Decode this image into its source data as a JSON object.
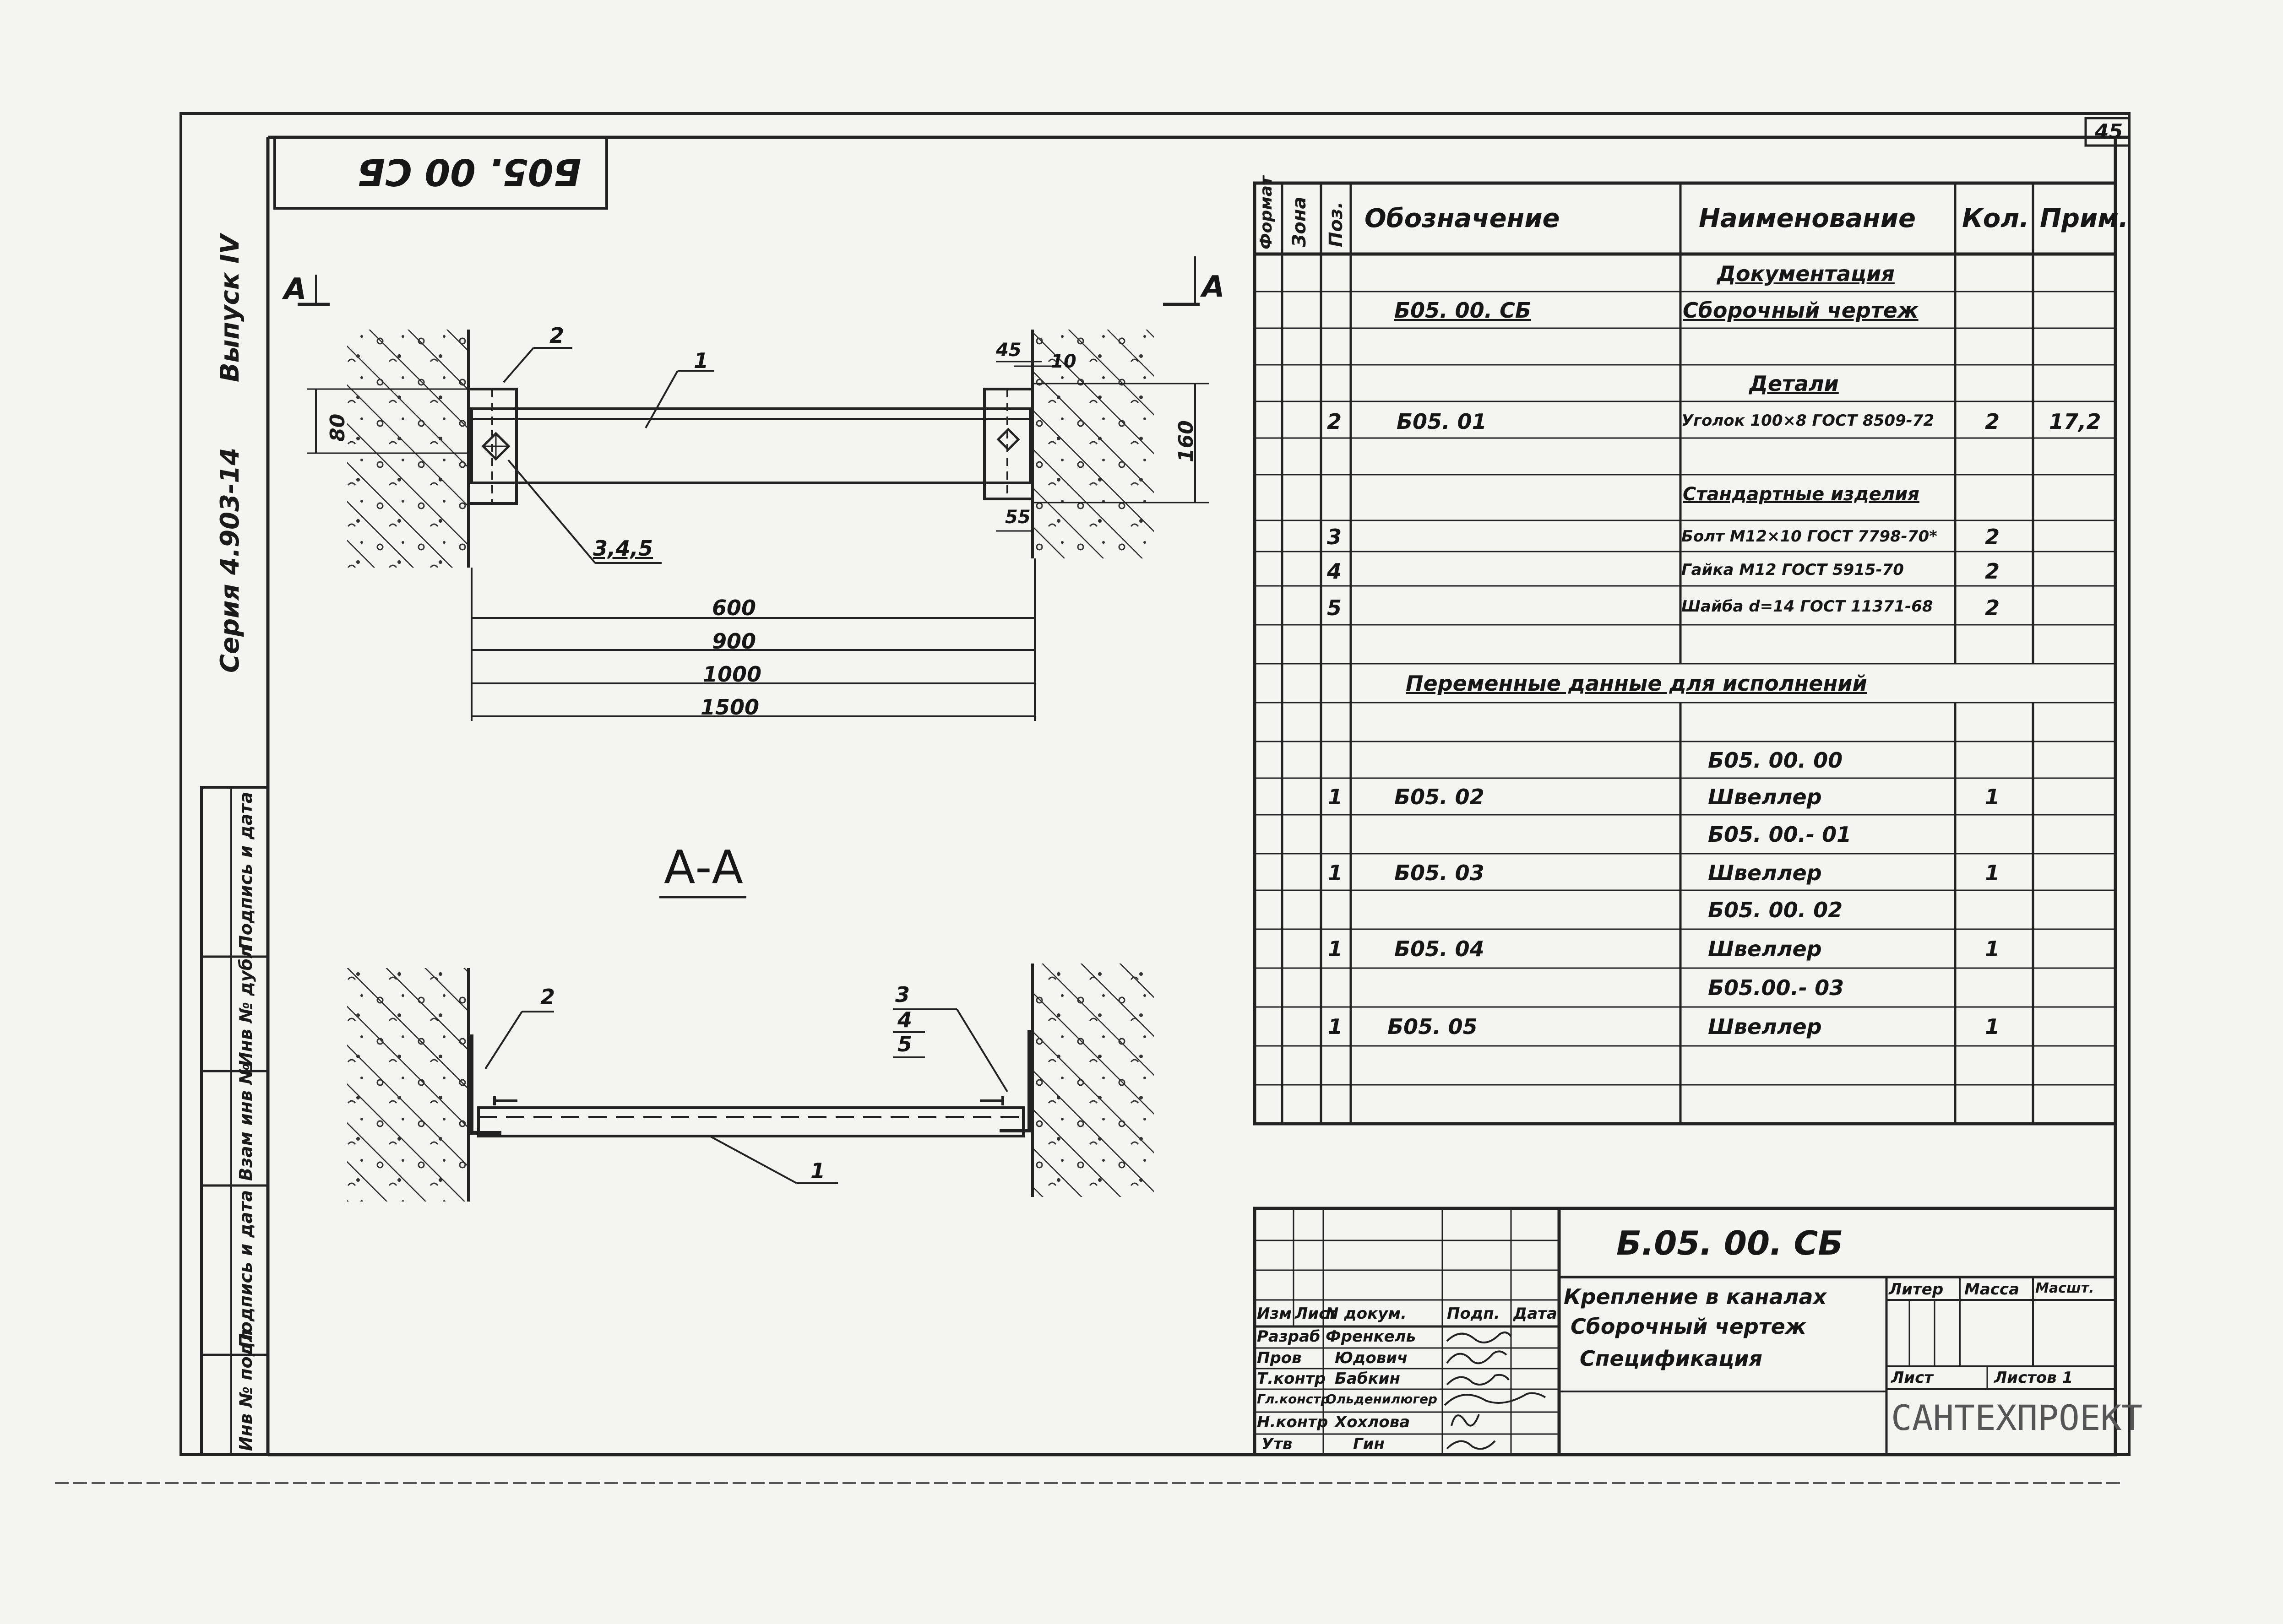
{
  "sheet_number": "45",
  "stamp_code_inverted": "Б05. 00 СБ",
  "margin": {
    "series": "Серия 4.903-14",
    "issue": "Выпуск IV"
  },
  "side_stamp": {
    "signature_date": "Подпись и дата",
    "inv_original": "Инв № подл",
    "replaced_inv": "Взам инв №",
    "signature_date_2": "Подпись и дата",
    "inv_duplicate": "Инв № дубл"
  },
  "plan_view": {
    "section_mark_left": "А",
    "section_mark_right": "А",
    "callout_1": "1",
    "callout_2": "2",
    "callout_345": "3,4,5",
    "dim_80": "80",
    "dim_160": "160",
    "dim_45": "45",
    "dim_10": "10",
    "dim_55": "55",
    "lengths": [
      "600",
      "900",
      "1000",
      "1500"
    ]
  },
  "section_view": {
    "title": "А-А",
    "callout_2": "2",
    "callout_3": "3",
    "callout_4": "4",
    "callout_5": "5",
    "callout_1": "1"
  },
  "spec_table": {
    "headers": {
      "format": "Формат",
      "zone": "Зона",
      "pos": "Поз.",
      "designation": "Обозначение",
      "name": "Наименование",
      "qty": "Кол.",
      "note": "Прим."
    },
    "rows": [
      {
        "pos": "",
        "designation": "",
        "name": "Документация",
        "qty": "",
        "note": "",
        "section": true
      },
      {
        "pos": "",
        "designation": "Б05. 00. СБ",
        "name": "Сборочный чертеж",
        "qty": "",
        "note": ""
      },
      {
        "pos": "",
        "designation": "",
        "name": "",
        "qty": "",
        "note": ""
      },
      {
        "pos": "",
        "designation": "",
        "name": "Детали",
        "qty": "",
        "note": "",
        "section": true
      },
      {
        "pos": "2",
        "designation": "Б05. 01",
        "name": "Уголок 100×8 ГОСТ 8509-72",
        "qty": "2",
        "note": "17,2"
      },
      {
        "pos": "",
        "designation": "",
        "name": "",
        "qty": "",
        "note": ""
      },
      {
        "pos": "",
        "designation": "",
        "name": "Стандартные изделия",
        "qty": "",
        "note": "",
        "section": true
      },
      {
        "pos": "3",
        "designation": "",
        "name": "Болт М12×10 ГОСТ 7798-70*",
        "qty": "2",
        "note": ""
      },
      {
        "pos": "4",
        "designation": "",
        "name": "Гайка М12 ГОСТ 5915-70",
        "qty": "2",
        "note": ""
      },
      {
        "pos": "5",
        "designation": "",
        "name": "Шайба d=14 ГОСТ 11371-68",
        "qty": "2",
        "note": ""
      },
      {
        "pos": "",
        "designation": "",
        "name": "",
        "qty": "",
        "note": ""
      }
    ],
    "variable_title": "Переменные данные для исполнений",
    "variants": [
      {
        "pos": "",
        "designation": "",
        "name": "Б05. 00. 00",
        "qty": ""
      },
      {
        "pos": "1",
        "designation": "Б05. 02",
        "name": "Швеллер",
        "qty": "1"
      },
      {
        "pos": "",
        "designation": "",
        "name": "Б05. 00.- 01",
        "qty": ""
      },
      {
        "pos": "1",
        "designation": "Б05. 03",
        "name": "Швеллер",
        "qty": "1"
      },
      {
        "pos": "",
        "designation": "",
        "name": "Б05. 00. 02",
        "qty": ""
      },
      {
        "pos": "1",
        "designation": "Б05. 04",
        "name": "Швеллер",
        "qty": "1"
      },
      {
        "pos": "",
        "designation": "",
        "name": "Б05.00.- 03",
        "qty": ""
      },
      {
        "pos": "1",
        "designation": "Б05. 05",
        "name": "Швеллер",
        "qty": "1"
      },
      {
        "pos": "",
        "designation": "",
        "name": "",
        "qty": ""
      },
      {
        "pos": "",
        "designation": "",
        "name": "",
        "qty": ""
      }
    ]
  },
  "title_block": {
    "code": "Б.05. 00. СБ",
    "title_lines": [
      "Крепление в каналах",
      "Сборочный чертеж",
      "Спецификация"
    ],
    "col_headers": [
      "Изм",
      "Лист",
      "N докум.",
      "Подп.",
      "Дата"
    ],
    "roles": [
      {
        "role": "Разраб",
        "name": "Френкель"
      },
      {
        "role": "Пров",
        "name": "Юдович"
      },
      {
        "role": "Т.контр",
        "name": "Бабкин"
      },
      {
        "role": "Гл.констр",
        "name": "Ольденилюгер"
      },
      {
        "role": "Н.контр",
        "name": "Хохлова"
      },
      {
        "role": "Утв",
        "name": "Гин"
      }
    ],
    "litera": "Литер",
    "mass": "Масса",
    "scale": "Масшт.",
    "sheet": "Лист",
    "sheets": "Листов 1",
    "organization": "САНТЕХПРОЕКТ"
  }
}
